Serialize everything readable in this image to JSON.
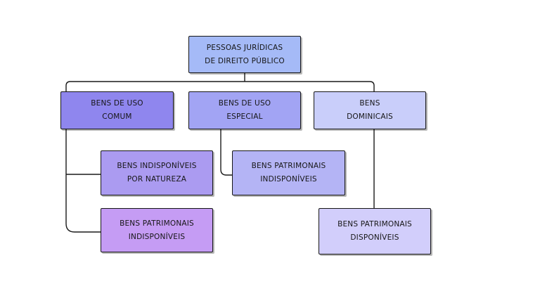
{
  "diagram": {
    "root": {
      "label": "Pessoas Jurídicas\nde Direito Público",
      "fill": "#a5baf7"
    },
    "categories": [
      {
        "id": "uso-comum",
        "label": "Bens de uso\ncomum",
        "fill": "#8f86ee",
        "children": [
          {
            "label": "Bens indisponíveis\npor natureza",
            "fill": "#ab9bf1"
          },
          {
            "label": "Bens patrimonais\nindisponíveis",
            "fill": "#c59cf4"
          }
        ]
      },
      {
        "id": "uso-especial",
        "label": "Bens de uso\nespecial",
        "fill": "#a2a4f4",
        "children": [
          {
            "label": "Bens patrimonais\nindisponíveis",
            "fill": "#b4b4f5"
          }
        ]
      },
      {
        "id": "dominicais",
        "label": "Bens\ndominicais",
        "fill": "#c9cefa",
        "children": [
          {
            "label": "Bens patrimonais\ndisponíveis",
            "fill": "#d2cefb"
          }
        ]
      }
    ]
  }
}
